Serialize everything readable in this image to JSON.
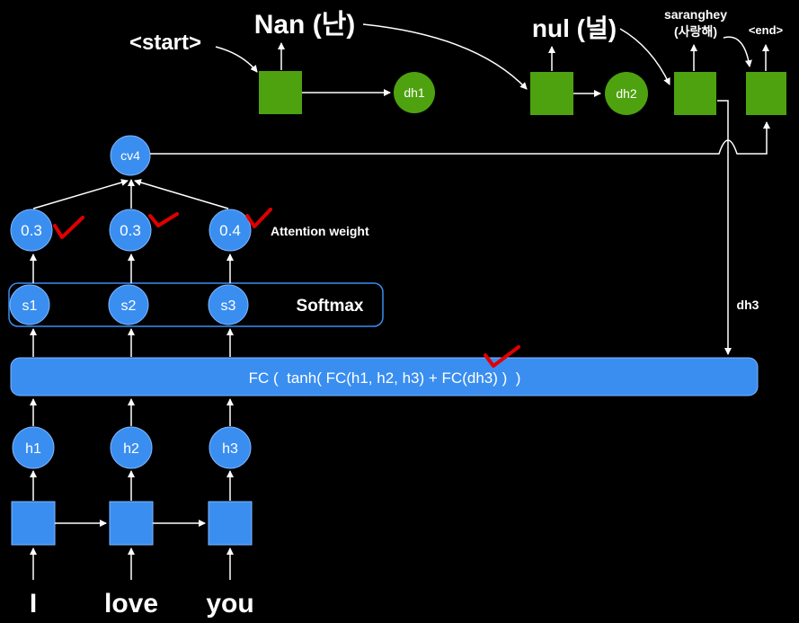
{
  "colors": {
    "background": "#000000",
    "blue": "#3a8ef0",
    "blue_border": "#7fb6ff",
    "green": "#4ea20f",
    "check": "#e00000",
    "arrow": "#ffffff"
  },
  "decoder": {
    "start_token": "<start>",
    "outputs": [
      "Nan (난)",
      "nul (널)",
      "saranghey",
      "(사랑해)",
      "<end>"
    ],
    "hidden": [
      "dh1",
      "dh2"
    ],
    "dh3_label": "dh3"
  },
  "encoder": {
    "inputs": [
      "I",
      "love",
      "you"
    ],
    "hidden": [
      "h1",
      "h2",
      "h3"
    ]
  },
  "attention": {
    "fc_label": "FC (  tanh( FC(h1, h2, h3) + FC(dh3) )  )",
    "scores": [
      "s1",
      "s2",
      "s3"
    ],
    "softmax_label": "Softmax",
    "weights": [
      "0.3",
      "0.3",
      "0.4"
    ],
    "weight_label": "Attention weight",
    "context": "cv4"
  }
}
